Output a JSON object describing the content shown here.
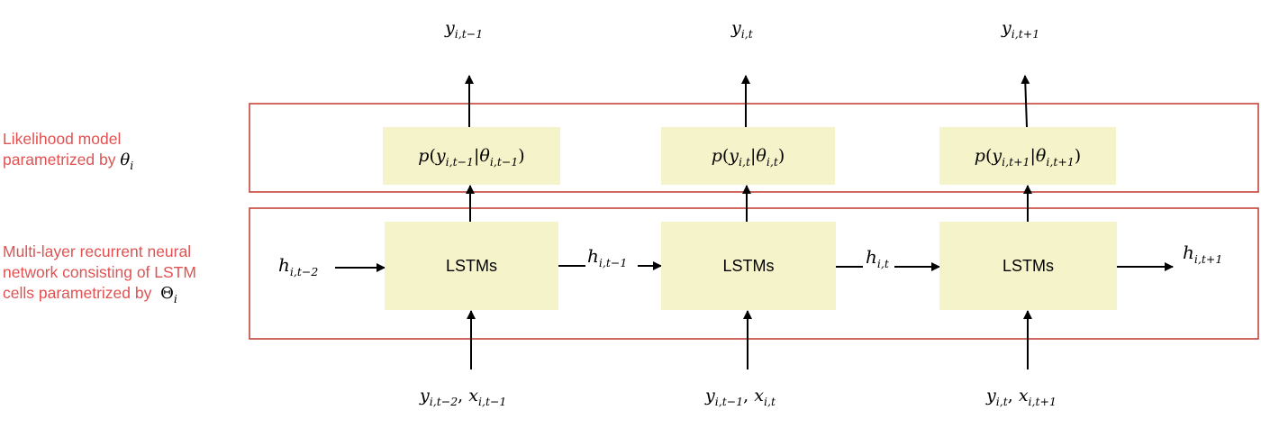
{
  "labels": {
    "likelihood_line1": "Likelihood model",
    "likelihood_line2": "parametrized by",
    "likelihood_param": "θ",
    "likelihood_param_sub": "i",
    "rnn_line1": "Multi-layer recurrent neural",
    "rnn_line2": "network consisting of LSTM",
    "rnn_line3": "cells parametrized by",
    "rnn_param": "Θ",
    "rnn_param_sub": "i"
  },
  "cells": [
    {
      "lstm_label": "LSTMs",
      "output": {
        "sym": "y",
        "sub": "i,t−1"
      },
      "likelihood": {
        "sym": "y",
        "sub": "i,t−1",
        "theta": "θ",
        "theta_sub": "i,t−1"
      },
      "input": {
        "y": "y",
        "y_sub": "i,t−2",
        "x": "x",
        "x_sub": "i,t−1"
      }
    },
    {
      "lstm_label": "LSTMs",
      "output": {
        "sym": "y",
        "sub": "i,t"
      },
      "likelihood": {
        "sym": "y",
        "sub": "i,t",
        "theta": "θ",
        "theta_sub": "i,t"
      },
      "input": {
        "y": "y",
        "y_sub": "i,t−1",
        "x": "x",
        "x_sub": "i,t"
      }
    },
    {
      "lstm_label": "LSTMs",
      "output": {
        "sym": "y",
        "sub": "i,t+1"
      },
      "likelihood": {
        "sym": "y",
        "sub": "i,t+1",
        "theta": "θ",
        "theta_sub": "i,t+1"
      },
      "input": {
        "y": "y",
        "y_sub": "i,t",
        "x": "x",
        "x_sub": "i,t+1"
      }
    }
  ],
  "hidden_states": [
    {
      "sym": "h",
      "sub": "i,t−2"
    },
    {
      "sym": "h",
      "sub": "i,t−1"
    },
    {
      "sym": "h",
      "sub": "i,t"
    },
    {
      "sym": "h",
      "sub": "i,t+1"
    }
  ],
  "colors": {
    "frame": "#c0392b",
    "box_fill": "#f5f3c9",
    "label": "#e05252"
  }
}
